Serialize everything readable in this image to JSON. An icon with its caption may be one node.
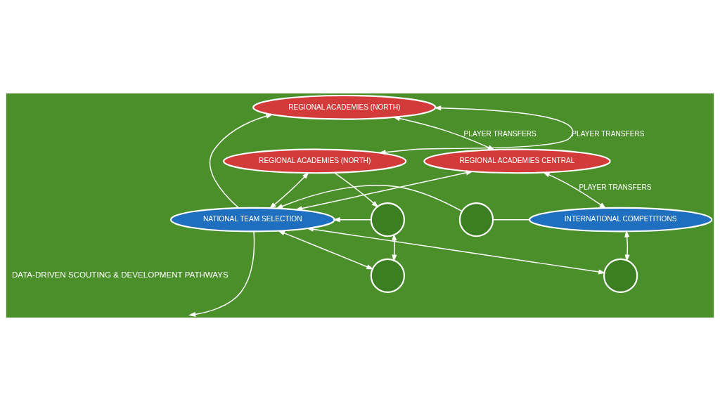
{
  "diagram": {
    "nodes": [
      {
        "text": [
          "NATIONAL TEAM SELECTION"
        ]
      },
      {
        "text": [
          "REGIONAL ACADEMIES (NORTH)"
        ]
      },
      {
        "text": [
          "REGIONAL ACADEMIES (NORTH)"
        ]
      },
      {
        "text": [
          "REGIONAL ACADEMIES CENTRAL"
        ]
      },
      {
        "text": [],
        "shape": "circle"
      },
      {
        "text": [],
        "shape": "circle"
      },
      {
        "text": [
          "INTERNATIONAL COMPETITIONS"
        ]
      },
      {
        "text": [],
        "shape": "circle"
      },
      {
        "text": [],
        "shape": "circle"
      }
    ],
    "edges": [
      {
        "from": 2,
        "to": 1,
        "arrow": "both",
        "label": "PLAYER TRANSFERS"
      },
      {
        "from": 1,
        "to": 3,
        "arrow": "both",
        "label": "PLAYER TRANSFERS"
      },
      {
        "from": 3,
        "to": 6,
        "arrow": "both",
        "label": "PLAYER TRANSFERS"
      },
      {
        "from": 0,
        "to": 1,
        "arrow": "to"
      },
      {
        "from": 2,
        "to": 0,
        "arrow": "both"
      },
      {
        "from": 3,
        "to": 0,
        "arrow": "both"
      },
      {
        "from": 2,
        "to": 4,
        "arrow": "to"
      },
      {
        "from": 4,
        "to": 0,
        "arrow": "to"
      },
      {
        "from": 5,
        "to": 0,
        "arrow": "to"
      },
      {
        "from": 5,
        "to": 6,
        "arrow": "none"
      },
      {
        "from": 4,
        "to": 7,
        "arrow": "both"
      },
      {
        "from": 6,
        "to": 8,
        "arrow": "both"
      },
      {
        "from": 7,
        "to": 0,
        "arrow": "both"
      },
      {
        "from": 8,
        "to": 0,
        "arrow": "both"
      },
      {
        "from": 0,
        "to": null,
        "arrow": "to"
      }
    ],
    "labels": [
      "DATA-DRIVEN SCOUTING & DEVELOPMENT PATHWAYS"
    ]
  }
}
